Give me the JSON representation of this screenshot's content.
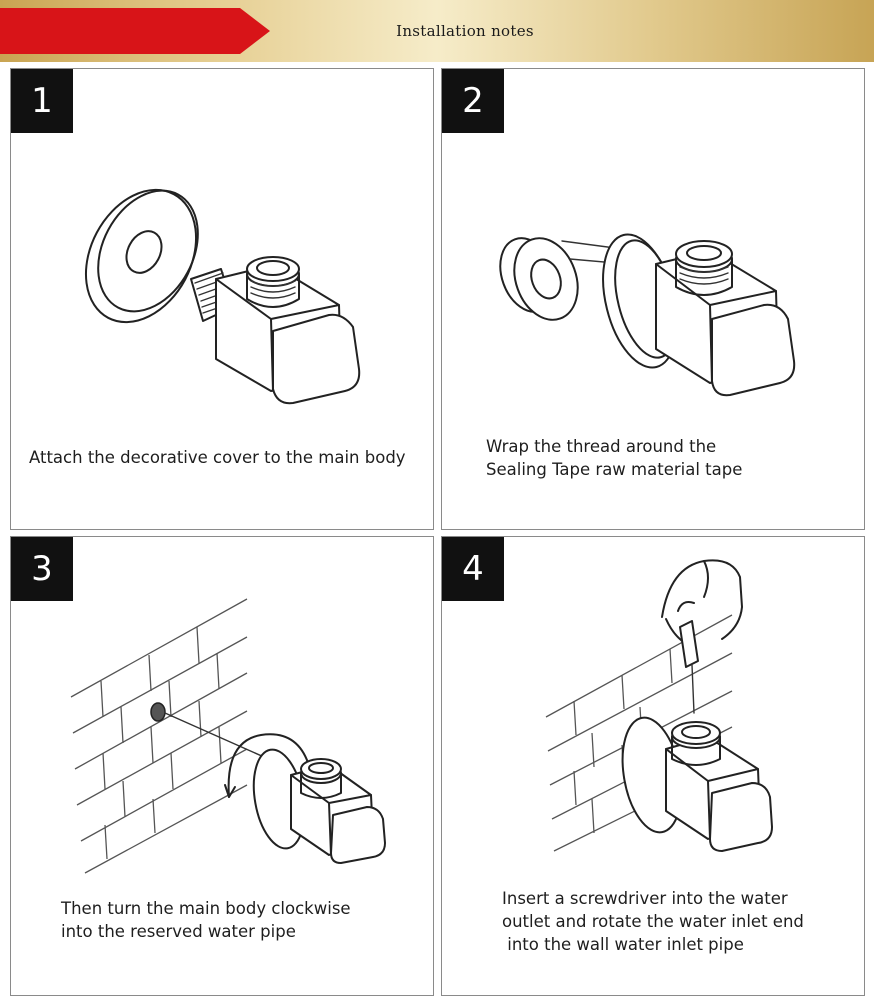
{
  "header": {
    "title": "Installation notes",
    "accent_color": "#d81418"
  },
  "steps": [
    {
      "number": "1",
      "lines": [
        "Attach the decorative cover to the main body"
      ]
    },
    {
      "number": "2",
      "lines": [
        "Wrap the thread around the",
        "Sealing Tape raw material tape"
      ]
    },
    {
      "number": "3",
      "lines": [
        "Then turn the main body clockwise",
        "into the reserved water pipe"
      ]
    },
    {
      "number": "4",
      "lines": [
        "Insert a screwdriver into the water",
        "outlet and rotate the water inlet end",
        " into the wall water inlet pipe"
      ]
    }
  ]
}
